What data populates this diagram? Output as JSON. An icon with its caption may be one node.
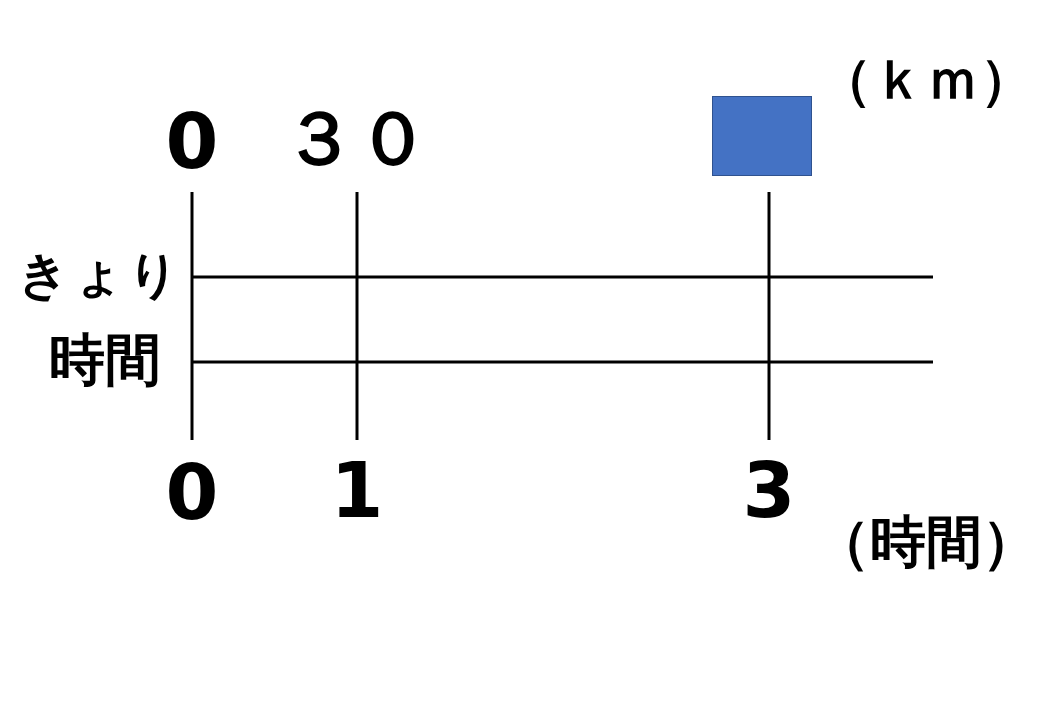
{
  "diagram": {
    "labels": [
      "0",
      "３０",
      "（ｋｍ）",
      "きょり",
      "時間",
      "0",
      "1",
      "3",
      "（時間）"
    ]
  }
}
